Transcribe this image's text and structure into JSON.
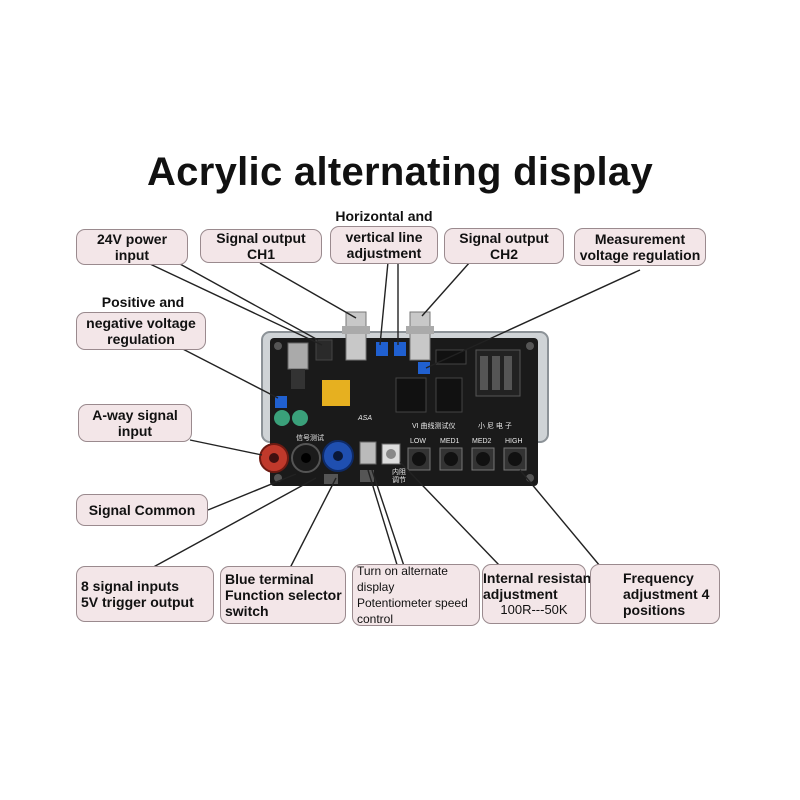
{
  "title": "Acrylic alternating display",
  "callouts": {
    "power_input": [
      "24V power",
      "input"
    ],
    "signal_ch1": [
      "Signal output",
      "CH1"
    ],
    "hv_adjust": [
      "Horizontal and",
      "vertical line",
      "adjustment"
    ],
    "signal_ch2": [
      "Signal output",
      "CH2"
    ],
    "measurement_voltage": [
      "Measurement",
      "voltage regulation"
    ],
    "pos_neg_voltage": [
      "Positive and",
      "negative voltage",
      "regulation"
    ],
    "a_way_input": [
      "A-way signal",
      "input"
    ],
    "signal_common": [
      "Signal Common"
    ],
    "eight_signal": [
      "8 signal inputs",
      "5V trigger output"
    ],
    "blue_terminal": [
      "Blue terminal",
      "Function selector",
      "switch"
    ],
    "alternate_display": [
      "Turn on alternate",
      "display",
      "Potentiometer speed",
      "control"
    ],
    "internal_resistance": [
      "Internal resistance",
      "adjustment",
      "100R---50K"
    ],
    "frequency_adjust": [
      "Frequency",
      "adjustment 4",
      "positions"
    ]
  },
  "board": {
    "button_labels": [
      "LOW",
      "MED1",
      "MED2",
      "HIGH"
    ],
    "brand_left": "ASA",
    "product_name": "VI 曲线测试仪",
    "brand_right": "小 尼 电 子",
    "small_label_1": "信号测试",
    "small_label_2": "内阻",
    "small_label_3": "调节"
  },
  "colors": {
    "callout_fill": "#f3e6e8",
    "callout_border": "#9a8a8e",
    "pcb": "#1a1a1a",
    "jack_red": "#c0392b",
    "jack_blue": "#1f4fb0"
  }
}
